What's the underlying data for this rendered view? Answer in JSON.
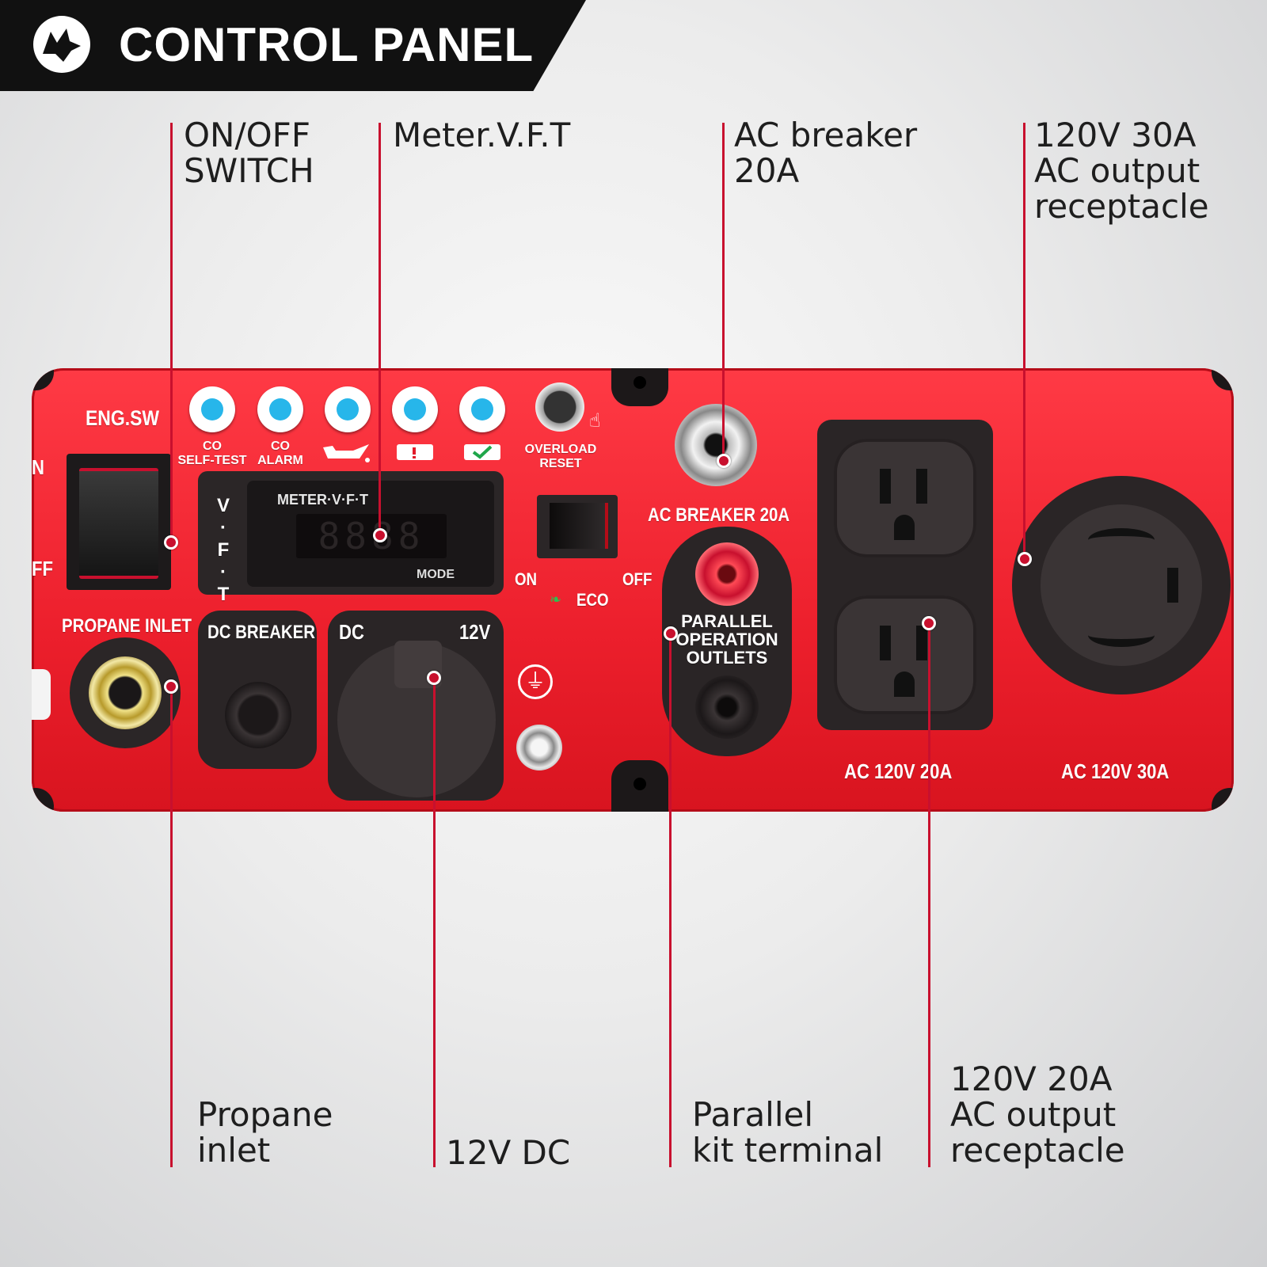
{
  "header": {
    "title": "CONTROL PANEL",
    "logo": "wolf-head-icon"
  },
  "callouts": {
    "on_off_switch": "ON/OFF\nSWITCH",
    "meter_vft": "Meter.V.F.T",
    "ac_breaker": "AC breaker\n20A",
    "ac_30a": "120V 30A\nAC output\nreceptacle",
    "propane": "Propane\ninlet",
    "dc_12v": "12V DC",
    "parallel": "Parallel\nkit terminal",
    "ac_20a": "120V 20A\nAC output\nreceptacle"
  },
  "panel": {
    "eng_sw": "ENG.SW",
    "switch_on_partial": "N",
    "switch_off_partial": "FF",
    "leds": [
      {
        "label": "CO\nSELF-TEST"
      },
      {
        "label": "CO\nALARM"
      },
      {
        "icon": "oil-can-icon"
      },
      {
        "icon": "engine-warning-icon"
      },
      {
        "icon": "engine-ok-icon"
      }
    ],
    "overload_reset": "OVERLOAD\nRESET",
    "meter_title": "METER·V·F·T",
    "meter_digits": "8888",
    "meter_mode": "MODE",
    "vft_vertical": "V·F·T",
    "eco_on": "ON",
    "eco_off": "OFF",
    "eco": "ECO",
    "ac_breaker_label": "AC BREAKER 20A",
    "propane_inlet": "PROPANE INLET",
    "dc_breaker": "DC BREAKER",
    "dc": "DC",
    "dc_voltage": "12V",
    "parallel_outlets": "PARALLEL\nOPERATION\nOUTLETS",
    "ac_20a_label": "AC 120V 20A",
    "ac_30a_label": "AC 120V 30A"
  },
  "colors": {
    "panel_red": "#ec1f2c",
    "leader_red": "#c8102e",
    "led_blue": "#27b6ea",
    "header_black": "#111111"
  }
}
